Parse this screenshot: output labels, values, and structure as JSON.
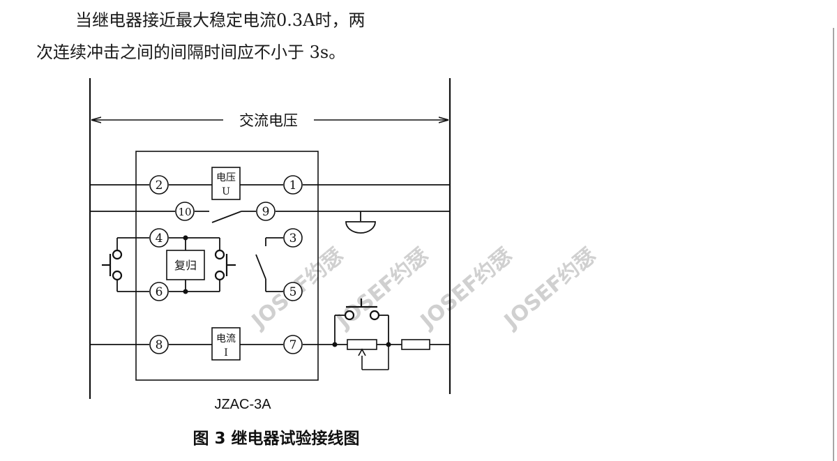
{
  "paragraph": {
    "line1": "当继电器接近最大稳定电流0.3A时，两",
    "line2": "次连续冲击之间的间隔时间应不小于 3s。"
  },
  "diagram": {
    "ac_voltage_label": "交流电压",
    "voltage_coil_label": [
      "电压",
      "U"
    ],
    "current_coil_label": [
      "电流",
      "I"
    ],
    "reset_label": "复归",
    "terminals": [
      "1",
      "2",
      "3",
      "4",
      "5",
      "6",
      "7",
      "8",
      "9",
      "10"
    ],
    "device_model": "JZAC-3A",
    "caption": "图 3  继电器试验接线图",
    "watermark": "JOSEF约瑟"
  }
}
